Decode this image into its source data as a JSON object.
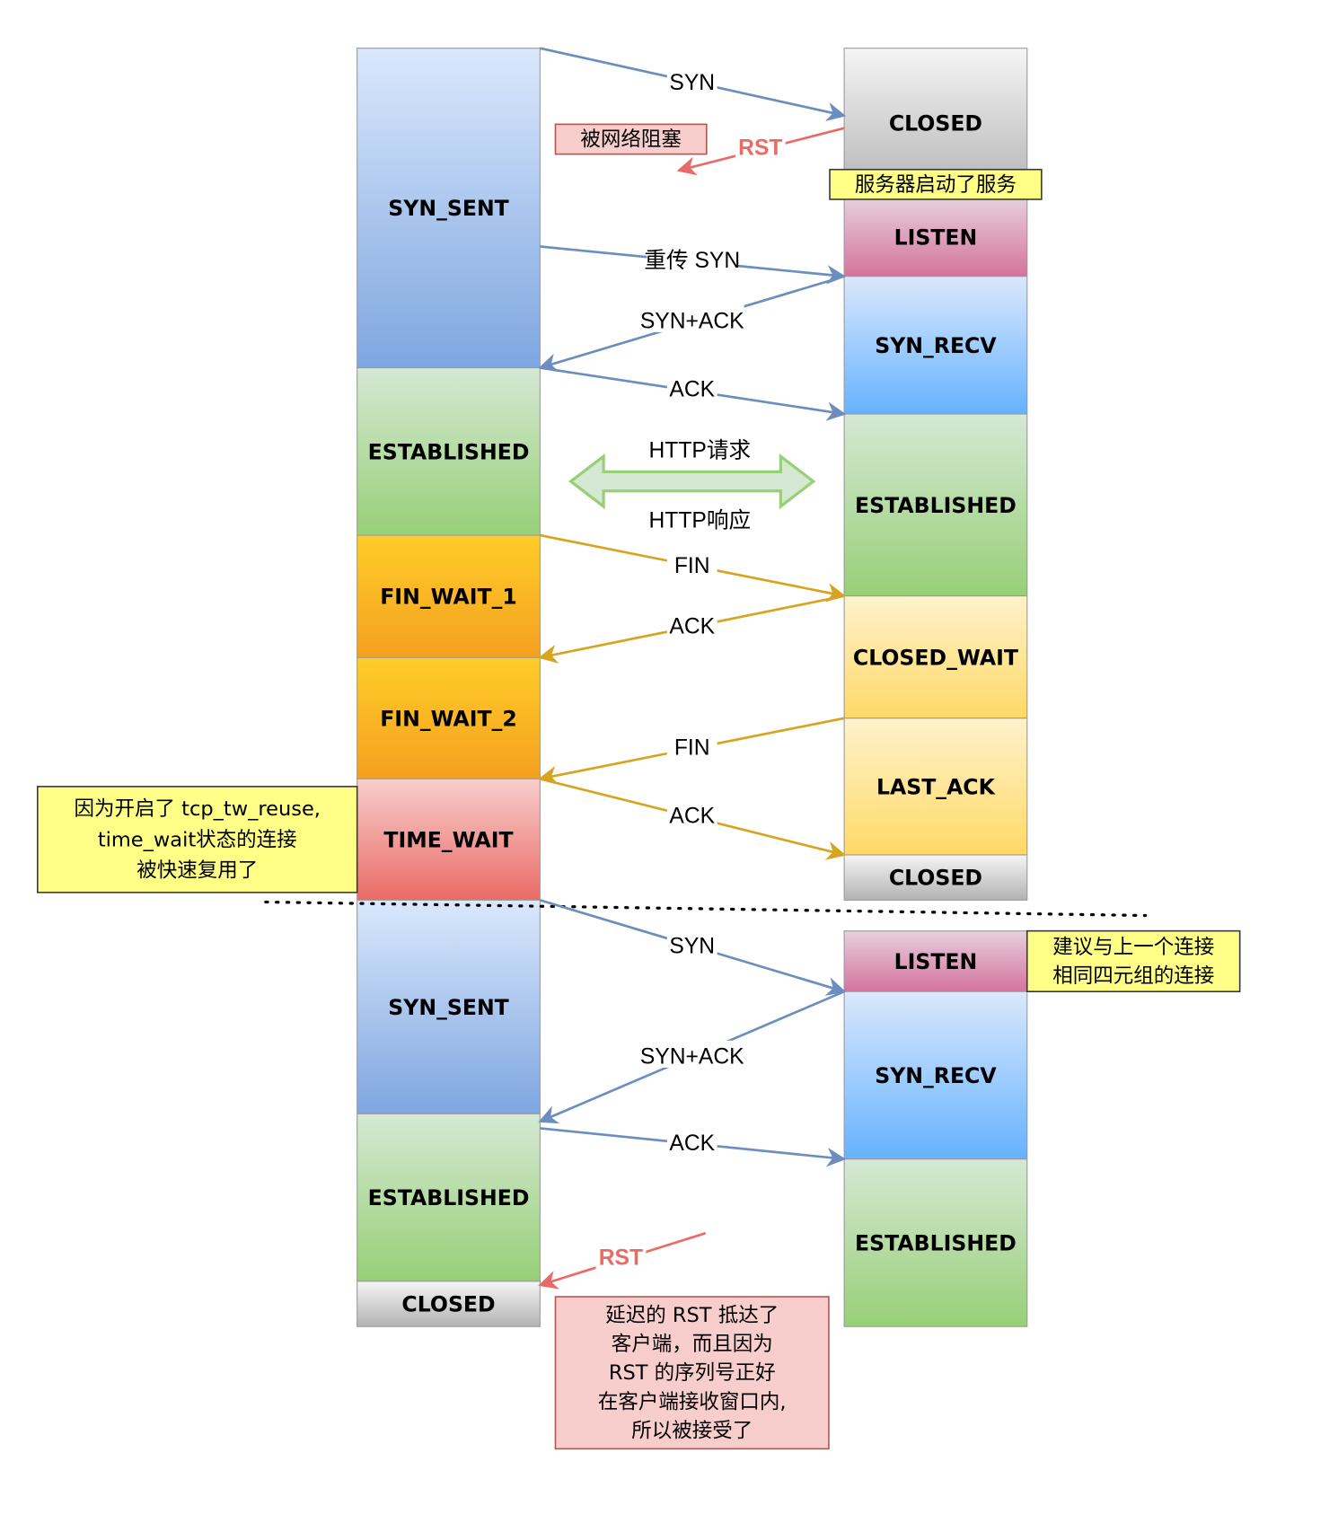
{
  "client_states": [
    "SYN_SENT",
    "ESTABLISHED",
    "FIN_WAIT_1",
    "FIN_WAIT_2",
    "TIME_WAIT",
    "SYN_SENT",
    "ESTABLISHED",
    "CLOSED"
  ],
  "server_states": [
    "CLOSED",
    "LISTEN",
    "SYN_RECV",
    "ESTABLISHED",
    "CLOSED_WAIT",
    "LAST_ACK",
    "CLOSED",
    "LISTEN",
    "SYN_RECV",
    "ESTABLISHED"
  ],
  "messages": [
    "SYN",
    "RST",
    "重传 SYN",
    "SYN+ACK",
    "ACK",
    "FIN",
    "ACK",
    "FIN",
    "ACK",
    "SYN",
    "SYN+ACK",
    "ACK",
    "RST"
  ],
  "http": {
    "request": "HTTP请求",
    "response": "HTTP响应"
  },
  "notes": {
    "blocked": [
      "被网络阻塞"
    ],
    "server_started": [
      "服务器启动了服务"
    ],
    "tw_reuse": [
      "因为开启了 tcp_tw_reuse,",
      "time_wait状态的连接",
      "被快速复用了"
    ],
    "suggest": [
      "建议与上一个连接",
      "相同四元组的连接"
    ],
    "delayed_rst": [
      "延迟的 RST 抵达了",
      "客户端，而且因为",
      "RST 的序列号正好",
      "在客户端接收窗口内,",
      "所以被接受了"
    ]
  },
  "colors": {
    "blue_line": "#6c8ebf",
    "orange_line": "#d6a41e",
    "red_line": "#ea6b66",
    "green_arrow": "#97d077"
  }
}
